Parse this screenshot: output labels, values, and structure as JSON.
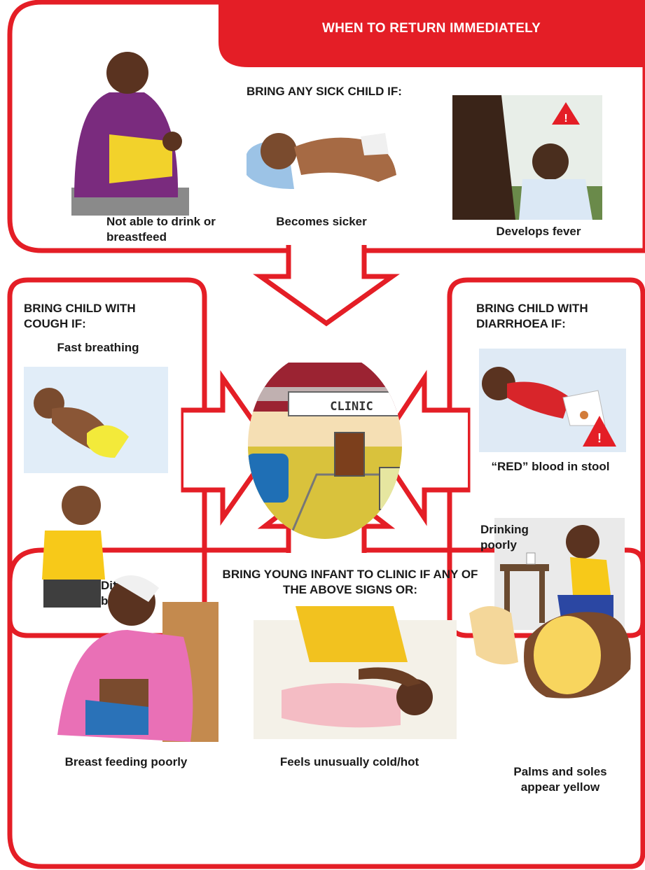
{
  "banner": {
    "title": "WHEN TO RETURN IMMEDIATELY"
  },
  "top": {
    "heading": "BRING ANY SICK CHILD IF:",
    "items": [
      {
        "caption_line1": "Not able to drink or",
        "caption_line2": "breastfeed"
      },
      {
        "caption": "Becomes sicker"
      },
      {
        "caption": "Develops fever"
      }
    ]
  },
  "left": {
    "heading_line1": "BRING CHILD WITH",
    "heading_line2": "COUGH IF:",
    "items": [
      {
        "caption": "Fast breathing"
      },
      {
        "caption_line1": "Difficult",
        "caption_line2": "breathing"
      }
    ]
  },
  "right": {
    "heading_line1": "BRING CHILD WITH",
    "heading_line2": "DIARRHOEA IF:",
    "items": [
      {
        "caption": "“RED” blood in stool"
      },
      {
        "caption_line1": "Drinking",
        "caption_line2": "poorly"
      }
    ]
  },
  "center": {
    "sign": "CLINIC"
  },
  "bottom": {
    "heading_line1": "BRING YOUNG INFANT TO CLINIC IF ANY OF",
    "heading_line2": "THE ABOVE SIGNS OR:",
    "items": [
      {
        "caption": "Breast feeding poorly"
      },
      {
        "caption": "Feels unusually cold/hot"
      },
      {
        "caption_line1": "Palms and soles",
        "caption_line2": "appear yellow"
      }
    ]
  },
  "colors": {
    "accent_red": "#e41e26",
    "dark_text": "#1a1a1a"
  }
}
